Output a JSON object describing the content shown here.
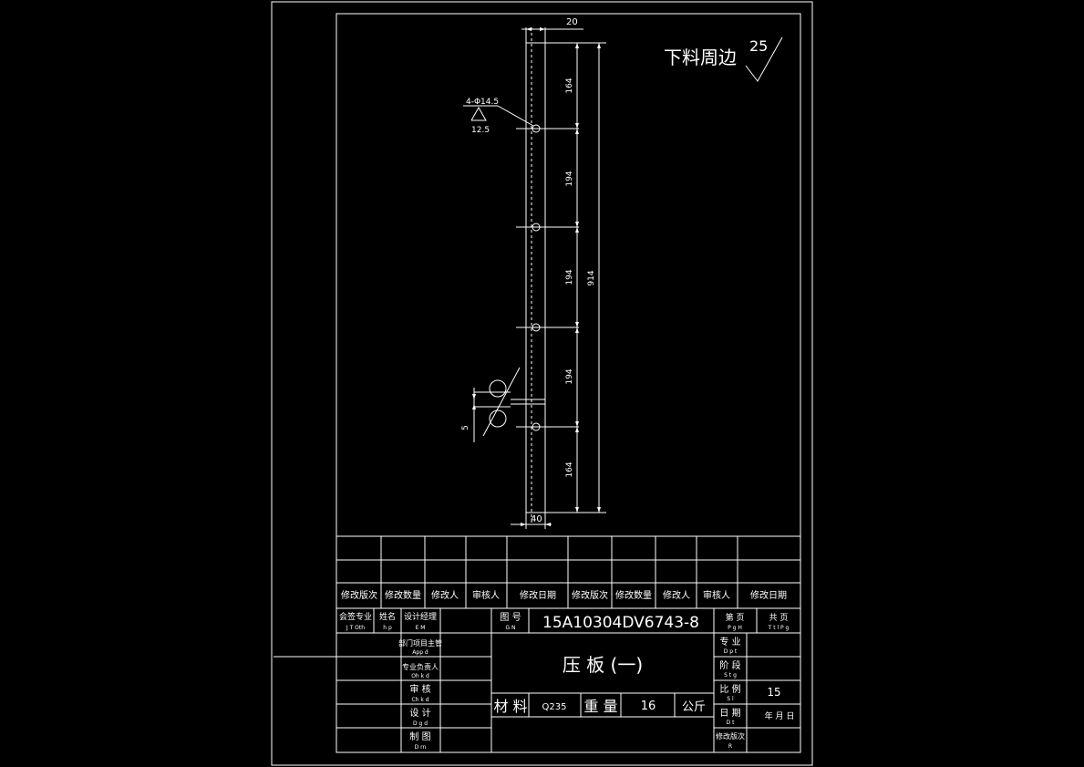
{
  "drawing": {
    "dimensions": {
      "width_top": "20",
      "width_bottom": "40",
      "seg1": "164",
      "seg2": "194",
      "seg3": "194",
      "seg4": "194",
      "seg5": "164",
      "overall": "914",
      "notch": "5"
    },
    "hole_callout": "4-Φ14.5",
    "hole_roughness": "12.5",
    "surface_note": "下料周边",
    "surface_roughness": "25"
  },
  "revision_headers": [
    "修改版次",
    "修改数量",
    "修改人",
    "审核人",
    "修改日期",
    "修改版次",
    "修改数量",
    "修改人",
    "审核人",
    "修改日期"
  ],
  "title_block": {
    "left_labels": [
      {
        "cn": "会签专业",
        "en": "J T Oth"
      },
      {
        "cn": "姓名",
        "en": "h p"
      },
      {
        "cn": "设计经理",
        "en": "E M"
      }
    ],
    "sign_rows": [
      {
        "cn": "部门项目主管",
        "en": "App d"
      },
      {
        "cn": "专业负责人",
        "en": "Oh k d"
      },
      {
        "cn": "审 核",
        "en": "Ch k d"
      },
      {
        "cn": "设 计",
        "en": "D g d"
      },
      {
        "cn": "制 图",
        "en": "D rn"
      }
    ],
    "drawing_no_label": "图 号",
    "drawing_no_label_en": "G N",
    "drawing_no": "15A10304DV6743-8",
    "title": "压 板 (一)",
    "material_label": "材 料",
    "material": "Q235",
    "weight_label": "重 量",
    "weight": "16",
    "weight_unit": "公斤",
    "sheet_label": "第 页",
    "sheet_label_en": "P g H",
    "total_label": "共 页",
    "total_label_en": "T t l P g",
    "specialty_label": "专 业",
    "specialty_label_en": "D p t",
    "stage_label": "阶 段",
    "stage_label_en": "S t g",
    "scale_label": "比 例",
    "scale_label_en": "S l",
    "scale_value": "15",
    "date_label": "日 期",
    "date_label_en": "D t",
    "date_value": "年 月 日",
    "rev_label": "修改版次",
    "rev_label_en": "R"
  }
}
